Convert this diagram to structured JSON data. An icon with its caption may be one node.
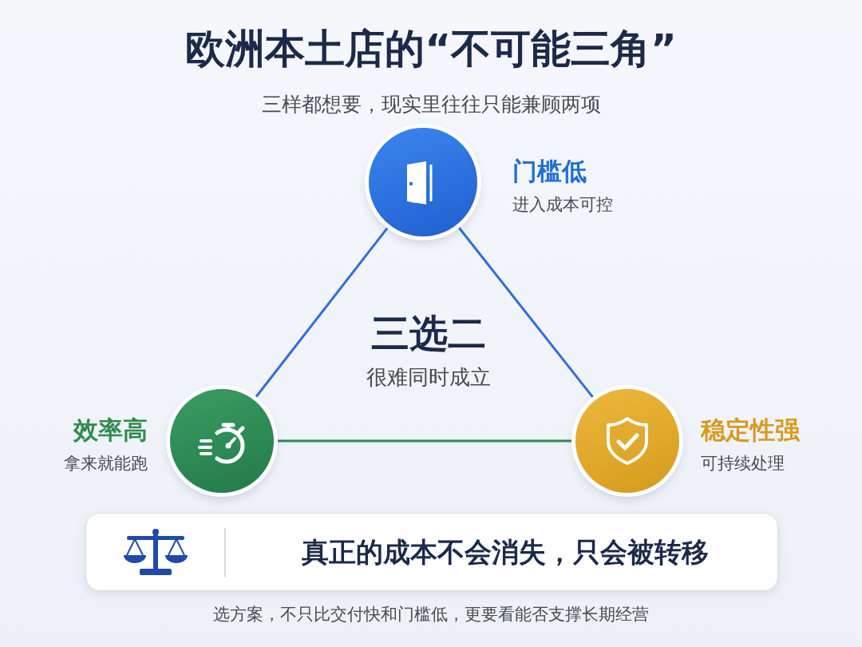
{
  "diagram": {
    "title": "欧洲本土店的“不可能三角”",
    "nodes": [
      {
        "text": [
          "门槛低",
          "进入成本可控"
        ]
      },
      {
        "text": [
          "效率高",
          "拿来就能跑"
        ]
      },
      {
        "text": [
          "稳定性强",
          "可持续处理"
        ]
      },
      {
        "text": [
          "真正的成本不会消失，只会被转移"
        ]
      }
    ],
    "edges": [
      {
        "from": 0,
        "to": 1,
        "arrow": "none"
      },
      {
        "from": 0,
        "to": 2,
        "arrow": "none"
      },
      {
        "from": 1,
        "to": 2,
        "arrow": "none",
        "color": "#2e8b4e"
      }
    ],
    "labels": [
      "三样都想要，现实里往往只能兼顾两项",
      "三选二",
      "很难同时成立",
      "选方案，不只比交付快和门槛低，更要看能否支撑长期经营"
    ]
  }
}
